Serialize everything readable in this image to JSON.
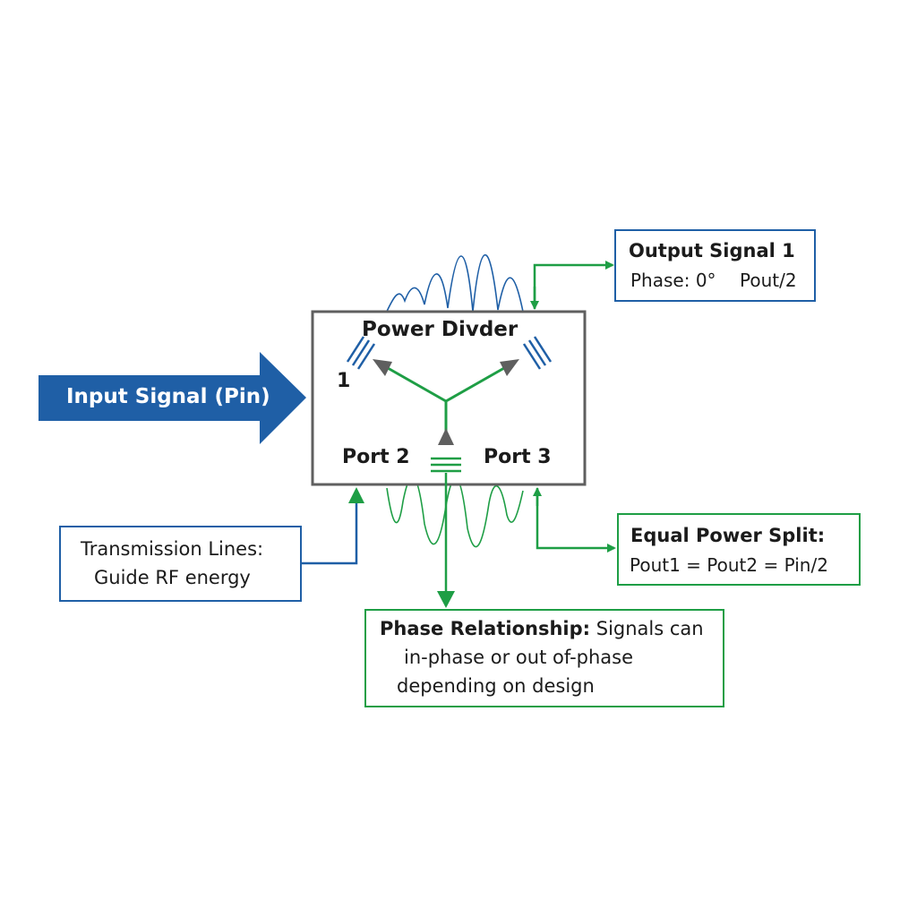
{
  "diagram": {
    "input_arrow": {
      "label": "Input Signal (Pin)"
    },
    "divider": {
      "title": "Power Divder",
      "port1_label": "1",
      "port2_label": "Port 2",
      "port3_label": "Port 3"
    },
    "output1": {
      "title": "Output Signal 1",
      "phase": "Phase: 0°",
      "power": "Pout/2"
    },
    "equal_split": {
      "title": "Equal Power Split:",
      "formula": "Pout1 = Pout2 = Pin/2"
    },
    "transmission": {
      "line1": "Transmission Lines:",
      "line2": "Guide RF energy"
    },
    "phase_relationship": {
      "title": "Phase Relationship:",
      "line1_rest": "Signals can",
      "line2": "in-phase or out of-phase",
      "line3": "depending on design"
    }
  },
  "colors": {
    "blue": "#1f5fa6",
    "green": "#1e9e45",
    "gray": "#5f5f5f",
    "text": "#1b1b1b"
  }
}
